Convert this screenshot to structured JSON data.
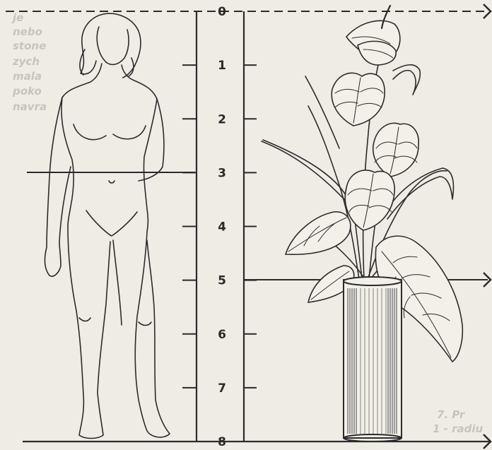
{
  "scale": {
    "labels": [
      "0",
      "1",
      "2",
      "3",
      "4",
      "5",
      "6",
      "7",
      "8"
    ]
  },
  "colors": {
    "paper": "#efece6",
    "ink": "#2b2b2b",
    "hatch": "#555555",
    "bleed_through": "#c9c4bb"
  },
  "background_text": {
    "left_column": [
      "je",
      "nebo",
      "stone",
      "zych",
      "mala",
      "poko",
      "navra"
    ],
    "bottom_right": [
      "7. Pr",
      "1 - radiu"
    ]
  },
  "figures": {
    "left": "standing-woman-outline",
    "right": "anthurium-arrangement-in-vase"
  }
}
